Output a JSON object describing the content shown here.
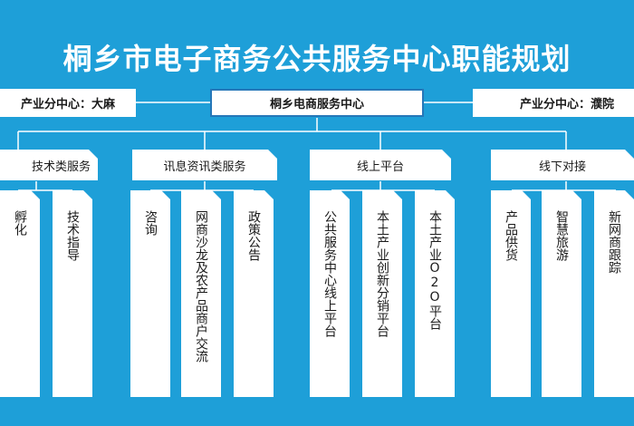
{
  "title": "桐乡市电子商务公共服务中心职能规划",
  "top": {
    "left": "产业分中心：大麻",
    "center": "桐乡电商服务中心",
    "right": "产业分中心：濮院"
  },
  "categories": [
    {
      "label": "技术类服务",
      "items": [
        "孵化",
        "技术指导"
      ]
    },
    {
      "label": "讯息资讯类服务",
      "items": [
        "咨询",
        "网商沙龙及农产品商户交流",
        "政策公告"
      ]
    },
    {
      "label": "线上平台",
      "items": [
        "公共服务中心线上平台",
        "本土产业创新分销平台",
        "本土产业O2O平台"
      ]
    },
    {
      "label": "线下对接",
      "items": [
        "产品供货",
        "智慧旅游",
        "新网商跟踪"
      ]
    }
  ],
  "colors": {
    "background": "#1E9FD8",
    "box": "#FFFFFF",
    "line": "#FFFFFF",
    "accent_border": "#2577B8"
  }
}
